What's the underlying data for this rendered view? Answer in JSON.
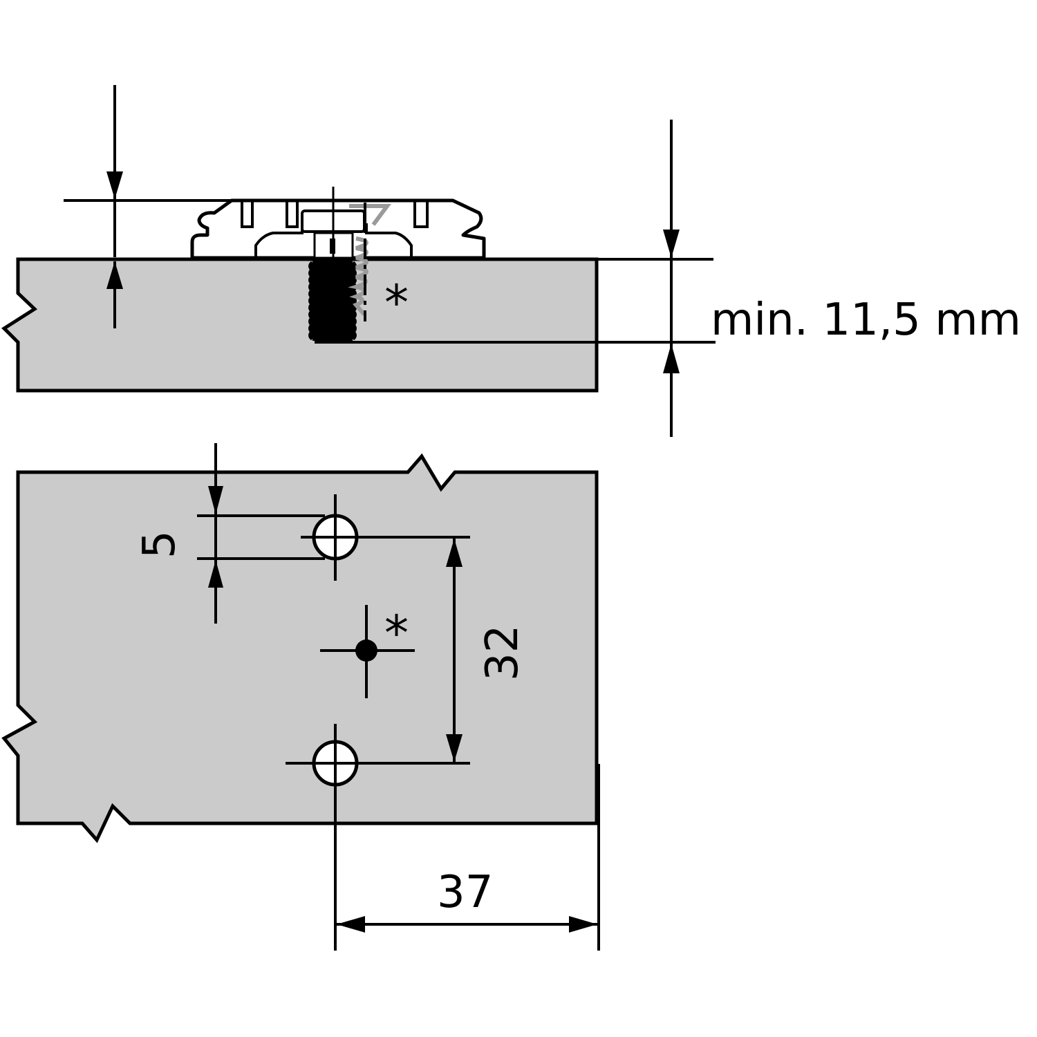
{
  "diagram": {
    "type": "technical-drawing",
    "subject": "Cruciform mounting plate with screw fixing on cabinet side panel",
    "colors": {
      "panel_fill": "#cbcbcb",
      "line": "#000000",
      "alt_screw": "#9a9a9a",
      "background": "#ffffff"
    },
    "side_view": {
      "plate_height_dimension_label": "",
      "depth_dimension_label": "min. 11,5 mm",
      "alt_screw_marker": "*"
    },
    "top_view": {
      "hole_offset_label": "5",
      "hole_spacing_label": "32",
      "edge_distance_label": "37",
      "alt_screw_marker": "*"
    }
  }
}
